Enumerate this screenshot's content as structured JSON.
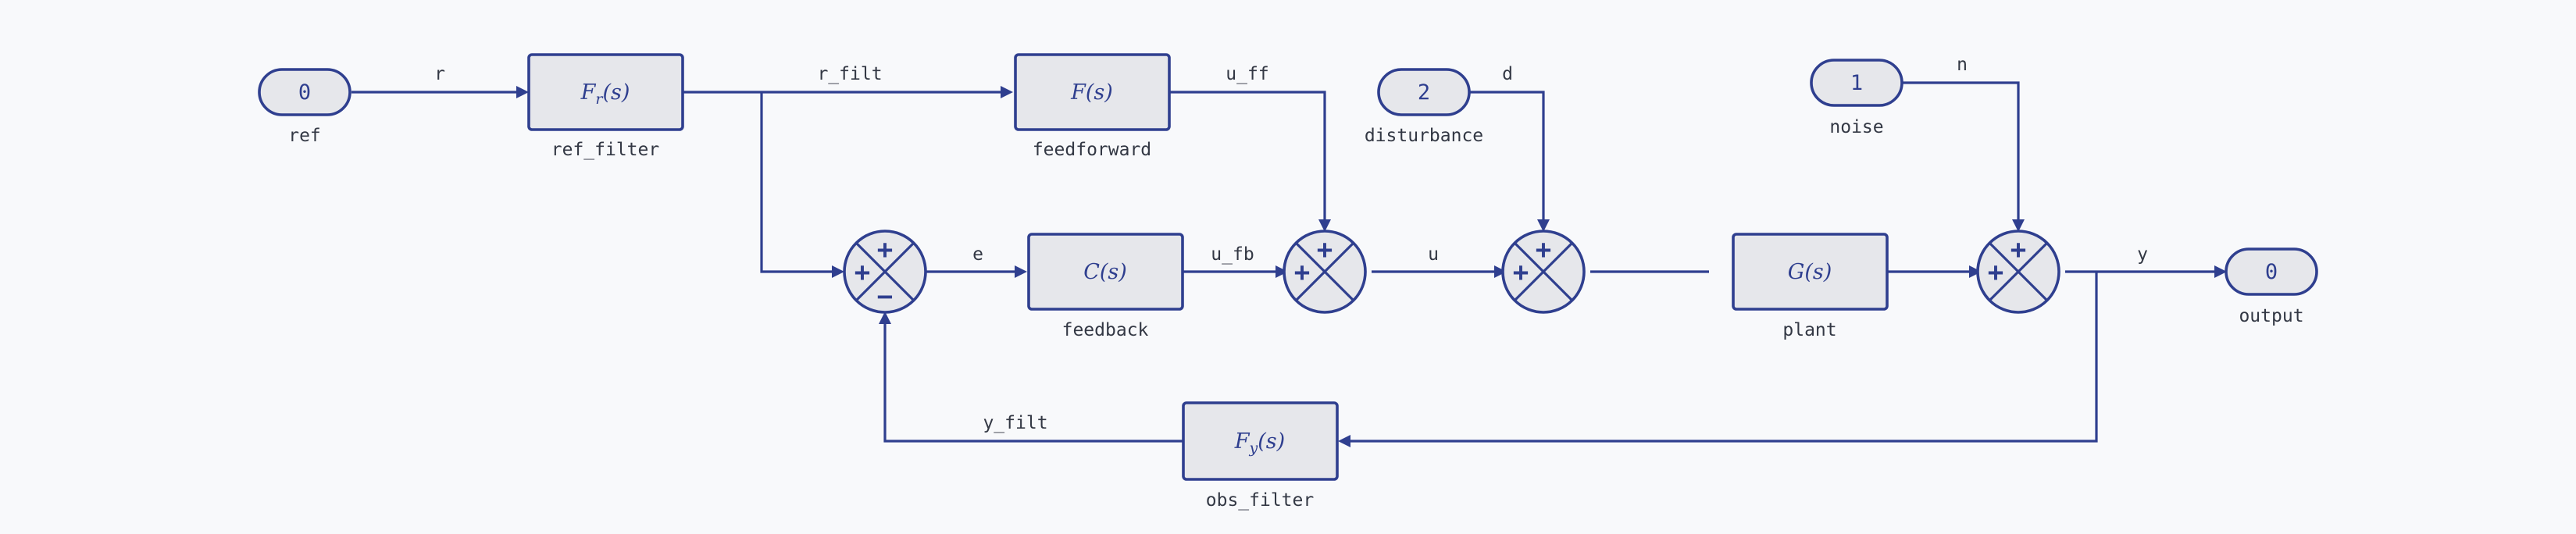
{
  "terminals": {
    "ref": {
      "value": "0",
      "label": "ref"
    },
    "disturbance": {
      "value": "2",
      "label": "disturbance"
    },
    "noise": {
      "value": "1",
      "label": "noise"
    },
    "output": {
      "value": "0",
      "label": "output"
    }
  },
  "blocks": {
    "ref_filter": {
      "tf": "F",
      "sub": "r",
      "arg": "(s)",
      "label": "ref_filter"
    },
    "feedforward": {
      "tf": "F",
      "sub": "",
      "arg": "(s)",
      "label": "feedforward"
    },
    "feedback": {
      "tf": "C",
      "sub": "",
      "arg": "(s)",
      "label": "feedback"
    },
    "plant": {
      "tf": "G",
      "sub": "",
      "arg": "(s)",
      "label": "plant"
    },
    "obs_filter": {
      "tf": "F",
      "sub": "y",
      "arg": "(s)",
      "label": "obs_filter"
    }
  },
  "sums": {
    "error": {
      "top": "+",
      "left": "+",
      "bottom": "−"
    },
    "control": {
      "top": "+",
      "left": "+"
    },
    "disturbance": {
      "top": "+",
      "left": "+"
    },
    "noise": {
      "top": "+",
      "left": "+"
    }
  },
  "signals": {
    "r": "r",
    "r_filt": "r_filt",
    "u_ff": "u_ff",
    "d": "d",
    "n": "n",
    "e": "e",
    "u_fb": "u_fb",
    "u": "u",
    "y": "y",
    "y_filt": "y_filt"
  }
}
